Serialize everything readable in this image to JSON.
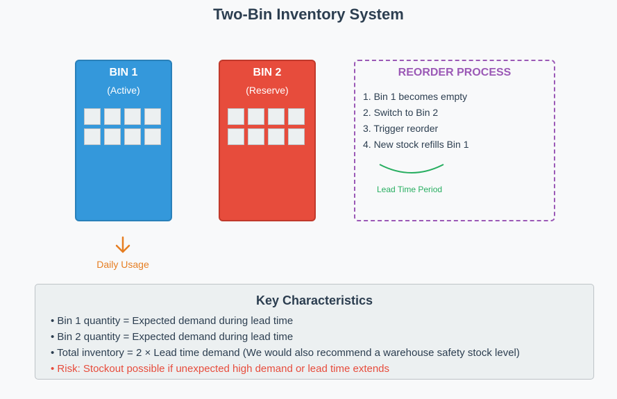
{
  "title": "Two-Bin Inventory System",
  "bin1": {
    "name": "BIN 1",
    "status": "(Active)",
    "color": "#3498db"
  },
  "bin2": {
    "name": "BIN 2",
    "status": "(Reserve)",
    "color": "#e74c3c"
  },
  "reorder": {
    "title": "REORDER PROCESS",
    "steps": [
      "1. Bin 1 becomes empty",
      "2. Switch to Bin 2",
      "3. Trigger reorder",
      "4. New stock refills Bin 1"
    ],
    "lead_time_label": "Lead Time Period"
  },
  "usage": {
    "label": "Daily Usage"
  },
  "key": {
    "title": "Key Characteristics",
    "items": [
      "• Bin 1 quantity = Expected demand during lead time",
      "• Bin 2 quantity = Expected demand during lead time",
      "• Total inventory = 2 × Lead time demand (We would also recommend a warehouse safety stock level)",
      "• Risk: Stockout possible if unexpected high demand or lead time extends"
    ]
  }
}
